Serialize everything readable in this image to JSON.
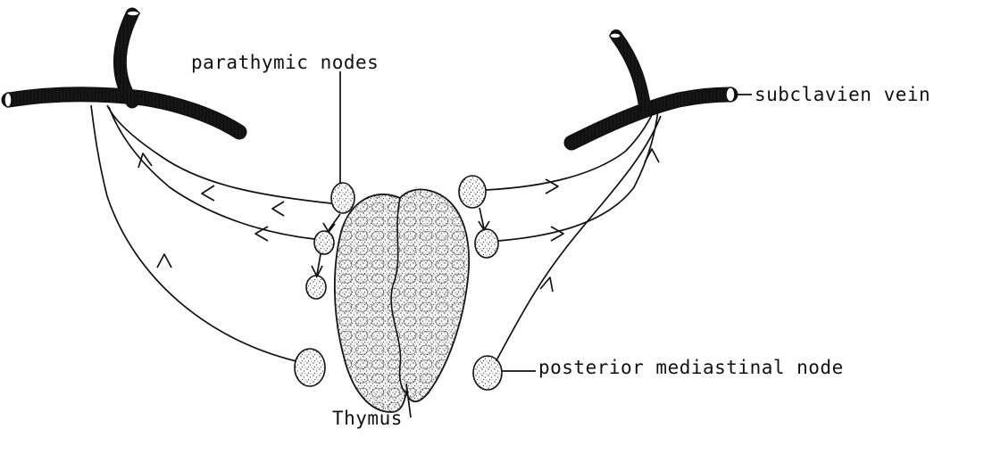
{
  "labels": {
    "parathymic_nodes": "parathymic nodes",
    "subclavian_vein": "subclavien vein",
    "posterior_mediastinal_node": "posterior mediastinal node",
    "thymus": "Thymus"
  },
  "colors": {
    "ink": "#111111",
    "background": "#ffffff"
  }
}
